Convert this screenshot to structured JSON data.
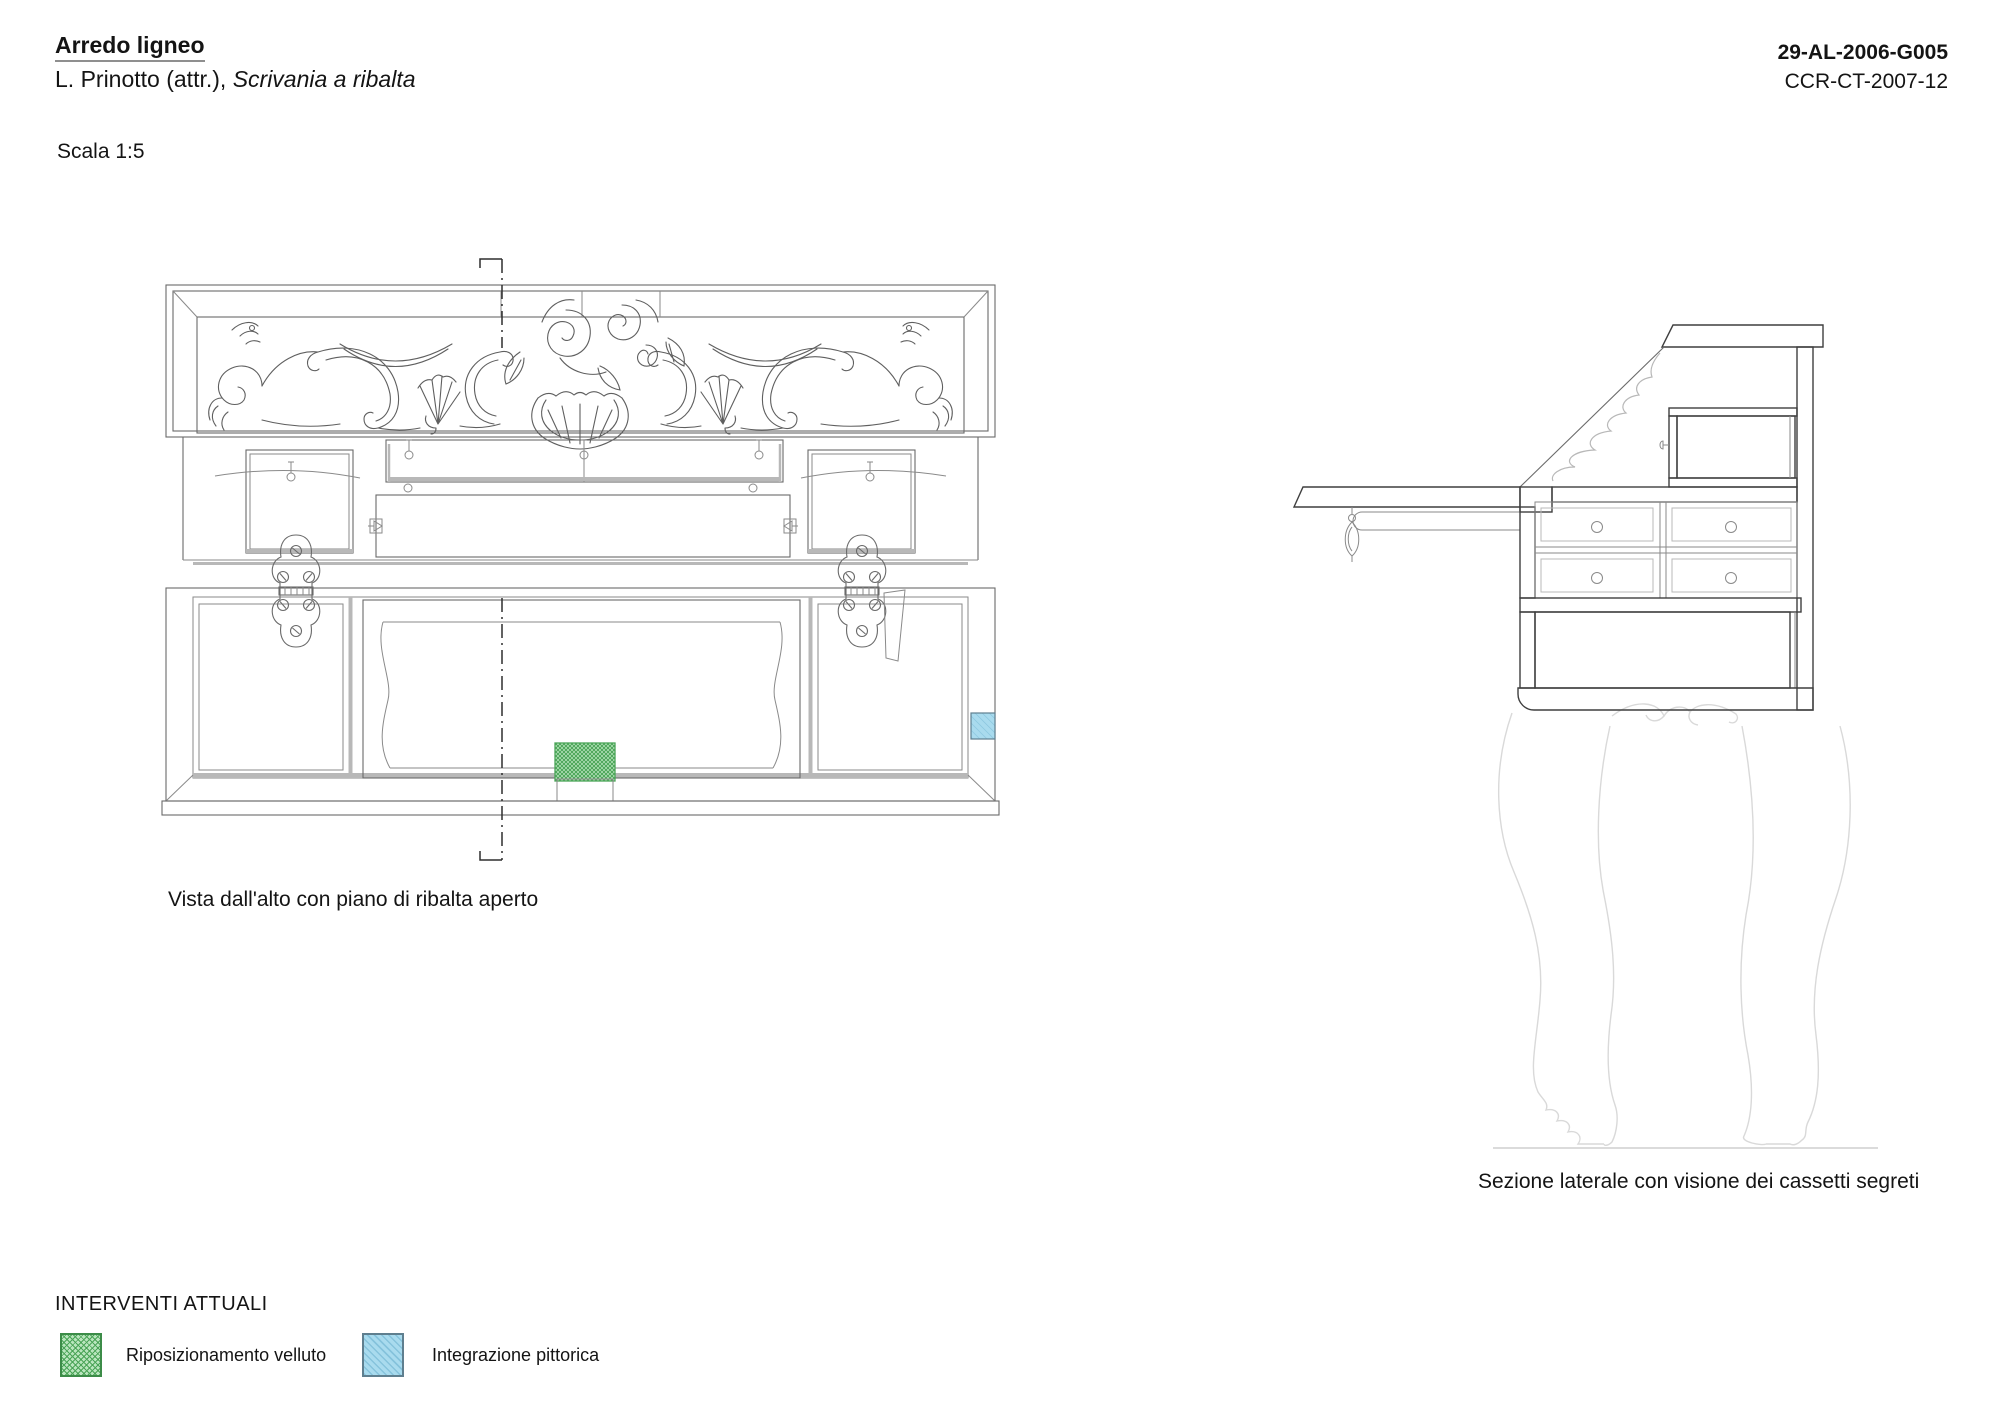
{
  "header": {
    "title": "Arredo ligneo",
    "subtitle_prefix": "L. Prinotto (attr.), ",
    "subtitle_work": "Scrivania a ribalta",
    "code_line1": "29-AL-2006-G005",
    "code_line2": "CCR-CT-2007-12",
    "scale_label": "Scala 1:5"
  },
  "drawings": {
    "top_view": {
      "caption": "Vista dall'alto con piano di ribalta aperto",
      "markers": [
        {
          "name": "velvet-repositioning-area",
          "type": "green-crosshatch"
        },
        {
          "name": "pictorial-integration-area",
          "type": "blue-diagonal"
        }
      ]
    },
    "side_section": {
      "caption": "Sezione laterale con visione dei cassetti segreti"
    }
  },
  "legend": {
    "heading": "INTERVENTI ATTUALI",
    "items": [
      {
        "swatch": "green-crosshatch",
        "label": "Riposizionamento velluto"
      },
      {
        "swatch": "blue-diagonal",
        "label": "Integrazione pittorica"
      }
    ]
  },
  "colors": {
    "velvet_green_fill": "#b9e5bd",
    "velvet_green_line": "#4aa457",
    "paint_blue_fill": "#a9dbee",
    "paint_blue_line": "#86c3dc",
    "paint_blue_border": "#5f7f8f",
    "drawing_line": "#5f5f5f",
    "shadow_line": "#b8b8b8",
    "leg_outline": "#d9d9d9"
  }
}
